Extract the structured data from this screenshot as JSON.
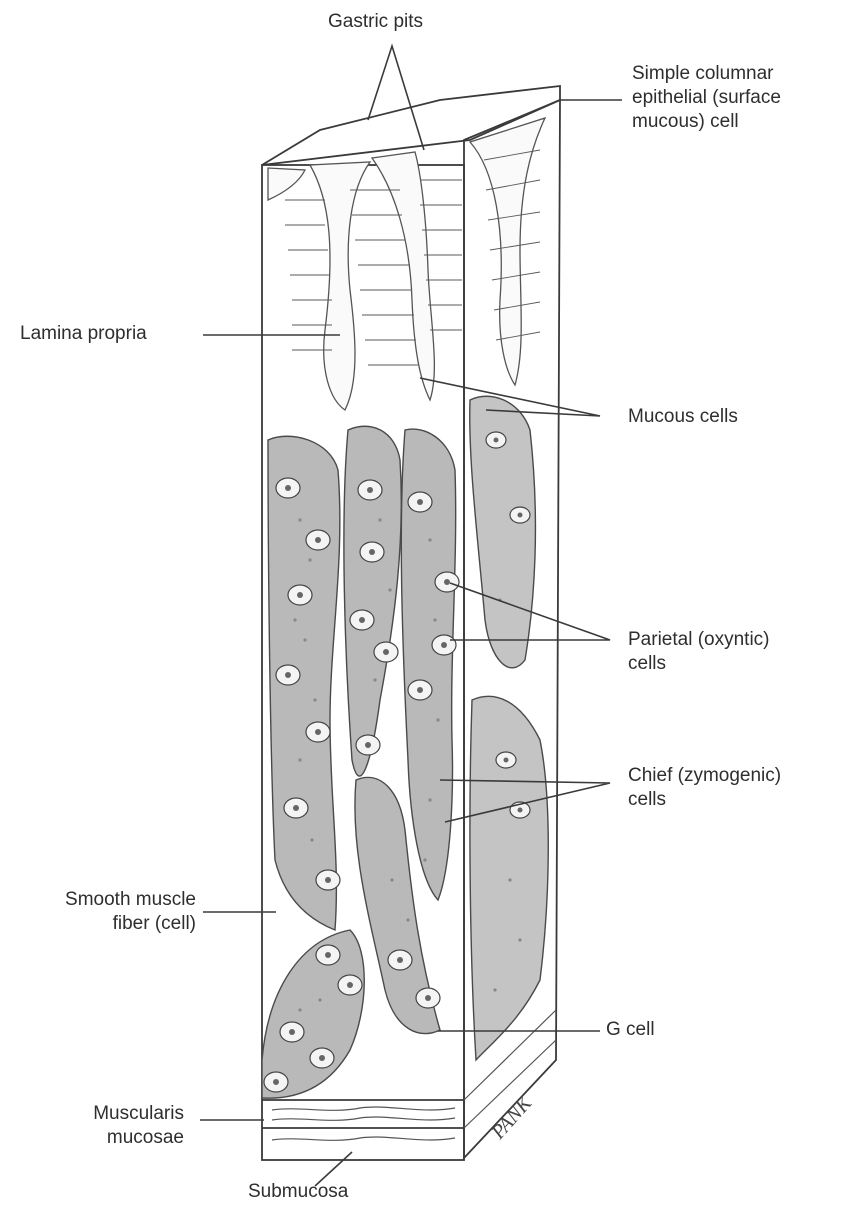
{
  "labels": {
    "gastric_pits": "Gastric pits",
    "simple_columnar": [
      "Simple columnar",
      "epithelial (surface",
      "mucous) cell"
    ],
    "lamina_propria": "Lamina propria",
    "mucous_cells": "Mucous cells",
    "parietal_cells": [
      "Parietal (oxyntic)",
      "cells"
    ],
    "chief_cells": [
      "Chief (zymogenic)",
      "cells"
    ],
    "smooth_muscle": [
      "Smooth muscle",
      "fiber (cell)"
    ],
    "g_cell": "G cell",
    "muscularis_mucosae": [
      "Muscularis",
      "mucosae"
    ],
    "submucosa": "Submucosa"
  },
  "signature": "PANK",
  "colors": {
    "line": "#3a3a3a",
    "gland_fill": "#b9b9b9",
    "background": "#ffffff"
  }
}
